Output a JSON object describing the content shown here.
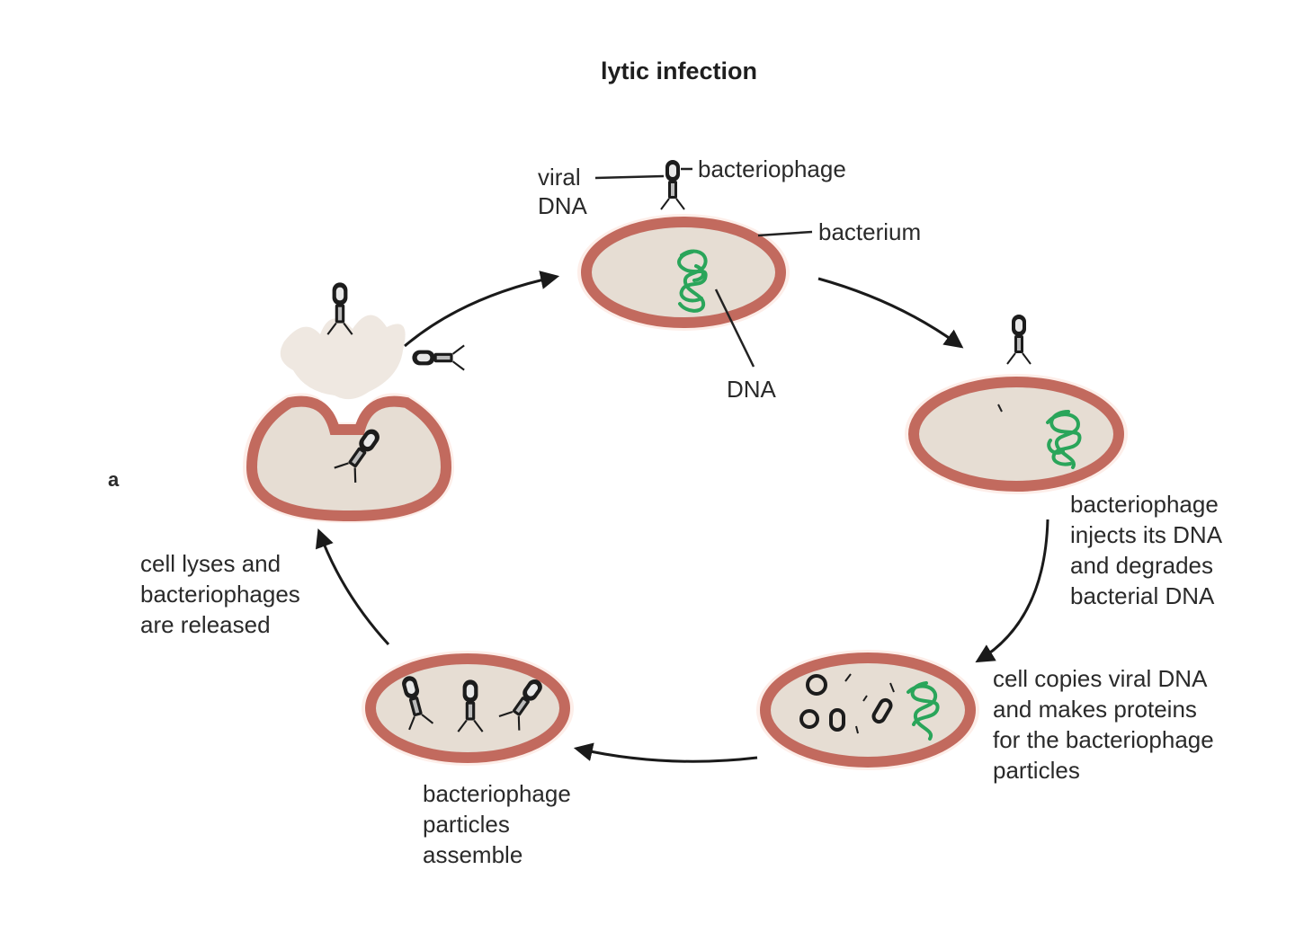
{
  "title": "lytic infection",
  "panel_letter": "a",
  "labels": {
    "viral_dna": "viral\nDNA",
    "bacteriophage": "bacteriophage",
    "bacterium": "bacterium",
    "dna": "DNA",
    "step_inject": "bacteriophage\ninjects its DNA\nand degrades\nbacterial DNA",
    "step_copy": "cell copies viral DNA\nand makes proteins\nfor the bacteriophage\nparticles",
    "step_assemble": "bacteriophage\nparticles\nassemble",
    "step_lysis": "cell lyses and\nbacteriophages\nare released"
  },
  "colors": {
    "cell_wall": "#c26a5e",
    "cytoplasm": "#e6ddd3",
    "bacterial_dna": "#2aa55a",
    "phage": "#1c1c1c",
    "arrow": "#1a1a1a"
  }
}
